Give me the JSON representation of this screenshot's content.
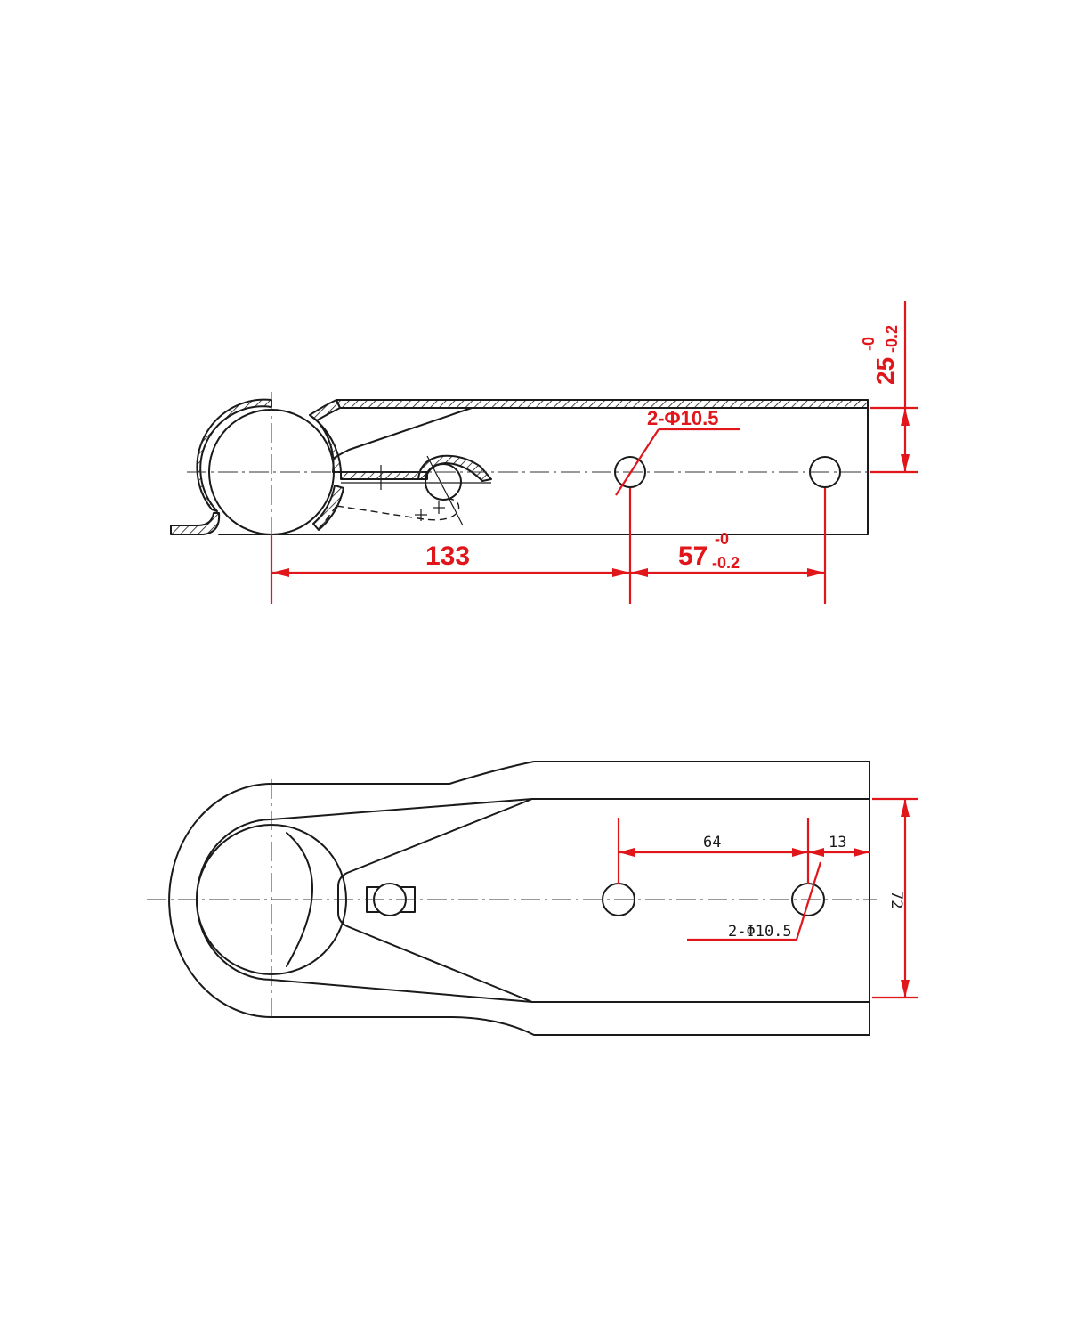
{
  "colors": {
    "dimension": "#e0161b",
    "line": "#1a1a1a",
    "background": "#ffffff"
  },
  "side_view": {
    "dim_holes": "2-Φ10.5",
    "dim_length_main": "133",
    "dim_spacing": {
      "value": "57",
      "upper": "-0",
      "lower": "-0.2"
    },
    "dim_height": {
      "value": "25",
      "upper": "-0",
      "lower": "-0.2"
    }
  },
  "top_view": {
    "dim_spacing": "64",
    "dim_edge": "13",
    "dim_width": "72",
    "dim_holes": "2-Φ10.5"
  }
}
